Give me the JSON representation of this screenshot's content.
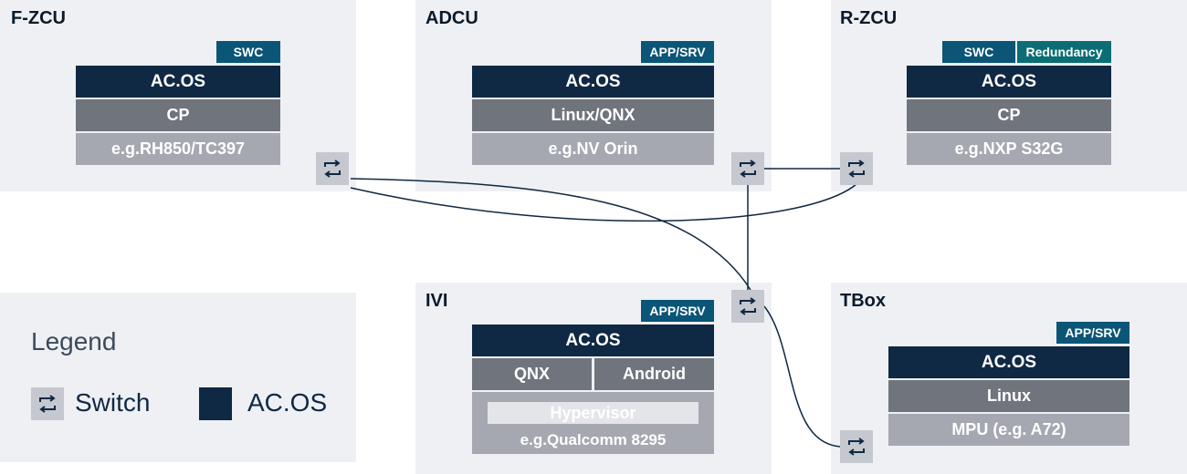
{
  "colors": {
    "acos": "#0f2843",
    "middle": "#70747c",
    "chip": "#a5a8b0",
    "tag": "#0b5577",
    "tag_teal": "#0b6e74",
    "panel": "#eef0f4",
    "switch": "#c5c8cf"
  },
  "fzcu": {
    "title": "F-ZCU",
    "tag": "SWC",
    "os": "AC.OS",
    "layer": "CP",
    "chip": "e.g.RH850/TC397"
  },
  "adcu": {
    "title": "ADCU",
    "tag": "APP/SRV",
    "os": "AC.OS",
    "layer": "Linux/QNX",
    "chip": "e.g.NV Orin"
  },
  "rzcu": {
    "title": "R-ZCU",
    "tag1": "SWC",
    "tag2": "Redundancy",
    "os": "AC.OS",
    "layer": "CP",
    "chip": "e.g.NXP S32G"
  },
  "ivi": {
    "title": "IVI",
    "tag": "APP/SRV",
    "os": "AC.OS",
    "left": "QNX",
    "right": "Android",
    "hypervisor": "Hypervisor",
    "chip": "e.g.Qualcomm 8295"
  },
  "tbox": {
    "title": "TBox",
    "tag": "APP/SRV",
    "os": "AC.OS",
    "layer": "Linux",
    "chip": "MPU (e.g. A72)"
  },
  "legend": {
    "title": "Legend",
    "switch_label": "Switch",
    "acos_label": "AC.OS"
  },
  "icons": {
    "switch": "switch-icon"
  }
}
